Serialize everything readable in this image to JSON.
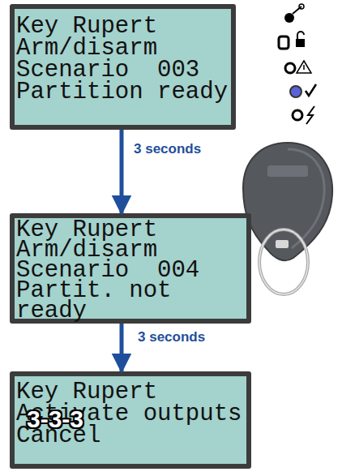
{
  "diagram": {
    "nodes": [
      {
        "text": [
          "Key Rupert",
          "Arm/disarm",
          "Scenario  003",
          "Partition ready"
        ]
      },
      {
        "text": [
          "Key Rupert",
          "Arm/disarm",
          "Scenario  004",
          "Partit. not ready"
        ]
      },
      {
        "text": [
          "Key Rupert",
          "Activate outputs",
          "Cancel"
        ]
      }
    ],
    "edges": [
      {
        "from": 0,
        "to": 1,
        "label": "3 seconds",
        "arrow": "to"
      },
      {
        "from": 1,
        "to": 2,
        "label": "3 seconds",
        "arrow": "to"
      }
    ],
    "labels": [
      "3-3-3"
    ]
  }
}
